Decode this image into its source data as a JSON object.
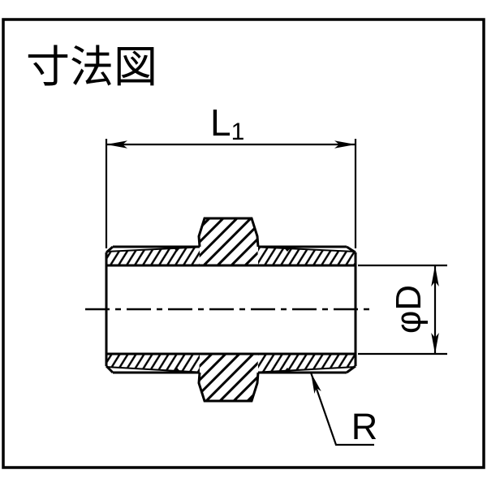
{
  "title": "寸法図",
  "drawing": {
    "type": "technical-dimension-drawing",
    "subject": "pipe-nipple-cross-section",
    "colors": {
      "line": "#000000",
      "background": "#ffffff"
    },
    "dimensions": {
      "length": {
        "label": "L",
        "subscript": "1"
      },
      "diameter": {
        "label": "φD"
      },
      "thread": {
        "label": "R"
      }
    }
  }
}
